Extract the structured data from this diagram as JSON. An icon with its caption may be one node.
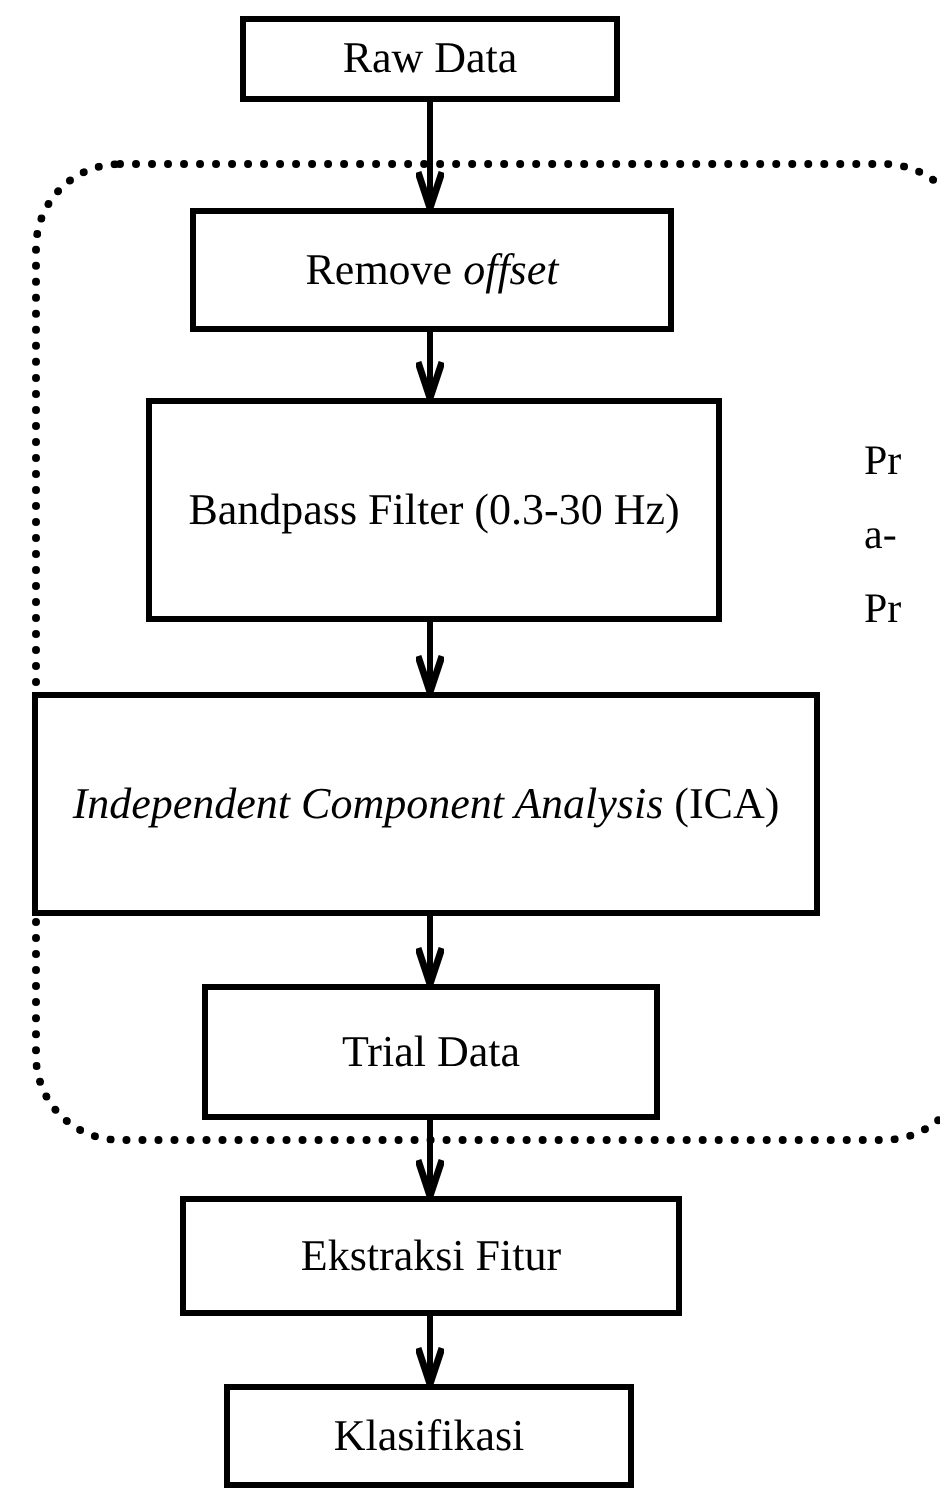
{
  "diagram": {
    "nodes": [
      {
        "text": [
          "Raw Data"
        ]
      },
      {
        "text": [
          "Pr a- Pr"
        ]
      },
      {
        "text": [
          "Remove *offset*"
        ],
        "in": 1
      },
      {
        "text": [
          "Bandpass Filter (0.3-30 Hz)"
        ],
        "in": 1
      },
      {
        "text": [
          "*Independent Component Analysis* (ICA)"
        ],
        "in": 1
      },
      {
        "text": [
          "Trial Data"
        ],
        "in": 1
      },
      {
        "text": [
          "Ekstraksi Fitur"
        ]
      },
      {
        "text": [
          "Klasifikasi"
        ]
      }
    ],
    "edges": [
      {
        "from": 0,
        "to": 2,
        "arrow": "to"
      },
      {
        "from": 2,
        "to": 3,
        "arrow": "to"
      },
      {
        "from": 3,
        "to": 4,
        "arrow": "to"
      },
      {
        "from": 4,
        "to": 5,
        "arrow": "to"
      },
      {
        "from": 5,
        "to": 6,
        "arrow": "to"
      },
      {
        "from": 6,
        "to": 7,
        "arrow": "to"
      }
    ]
  }
}
